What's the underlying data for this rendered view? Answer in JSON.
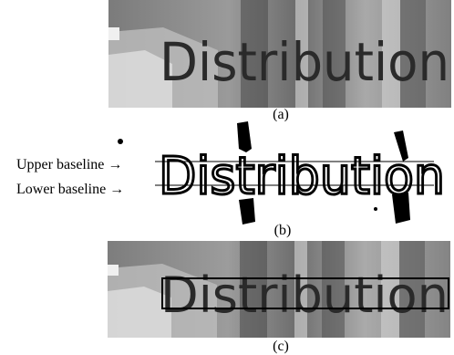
{
  "figure": {
    "word": "Distribution",
    "captions": {
      "a": "(a)",
      "b": "(b)",
      "c": "(c)"
    },
    "labels": {
      "upper": "Upper baseline →",
      "lower": "Lower baseline →"
    }
  }
}
